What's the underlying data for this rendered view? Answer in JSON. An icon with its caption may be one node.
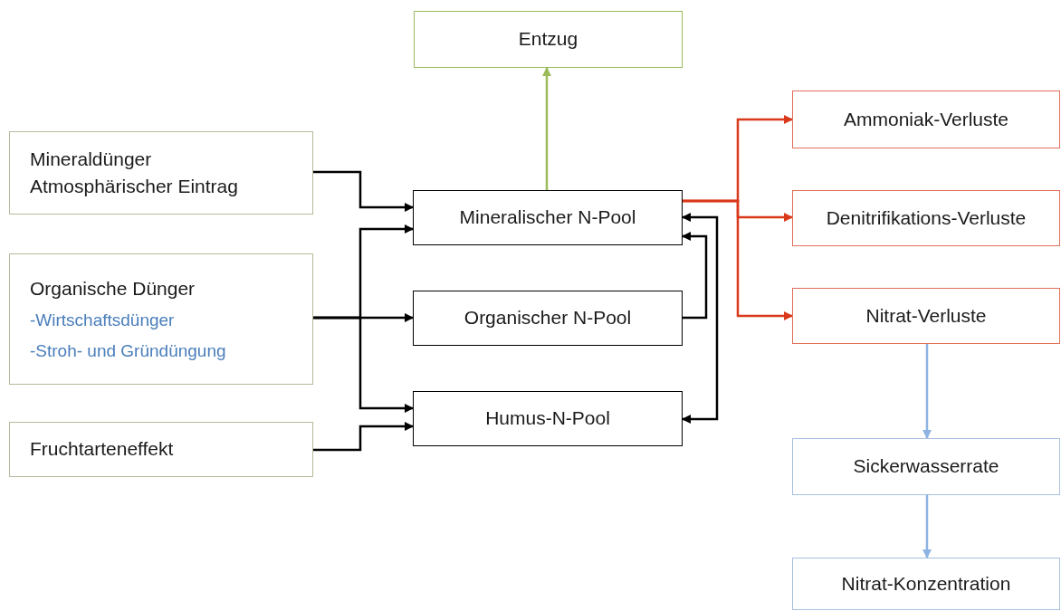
{
  "diagram": {
    "nodes": [
      {
        "text": [
          "Entzug"
        ]
      },
      {
        "text": [
          "Mineraldünger",
          "Atmosphärischer Eintrag"
        ]
      },
      {
        "text": [
          "Organische Dünger",
          "-Wirtschaftsdünger",
          "-Stroh- und Gründüngung"
        ]
      },
      {
        "text": [
          "Fruchtarteneffekt"
        ]
      },
      {
        "text": [
          "Mineralischer N-Pool"
        ]
      },
      {
        "text": [
          "Organischer N-Pool"
        ]
      },
      {
        "text": [
          "Humus-N-Pool"
        ]
      },
      {
        "text": [
          "Ammoniak-Verluste"
        ]
      },
      {
        "text": [
          "Denitrifikations-Verluste"
        ]
      },
      {
        "text": [
          "Nitrat-Verluste"
        ]
      },
      {
        "text": [
          "Sickerwasserrate"
        ]
      },
      {
        "text": [
          "Nitrat-Konzentration"
        ]
      }
    ],
    "edges": [
      {
        "from": 4,
        "to": 0,
        "arrow": "to",
        "color": "#9bbb59"
      },
      {
        "from": 1,
        "to": 4,
        "arrow": "to"
      },
      {
        "from": 2,
        "to": 4,
        "arrow": "to"
      },
      {
        "from": 2,
        "to": 5,
        "arrow": "to"
      },
      {
        "from": 2,
        "to": 6,
        "arrow": "to"
      },
      {
        "from": 3,
        "to": 6,
        "arrow": "to"
      },
      {
        "from": 5,
        "to": 4,
        "arrow": "to"
      },
      {
        "from": 4,
        "to": 6,
        "arrow": "both"
      },
      {
        "from": 4,
        "to": 7,
        "arrow": "to",
        "color": "#d9391a"
      },
      {
        "from": 4,
        "to": 8,
        "arrow": "to",
        "color": "#d9391a"
      },
      {
        "from": 4,
        "to": 9,
        "arrow": "to",
        "color": "#d9391a"
      },
      {
        "from": 9,
        "to": 10,
        "arrow": "to",
        "color": "#8db3e2"
      },
      {
        "from": 10,
        "to": 11,
        "arrow": "to",
        "color": "#8db3e2"
      }
    ]
  }
}
